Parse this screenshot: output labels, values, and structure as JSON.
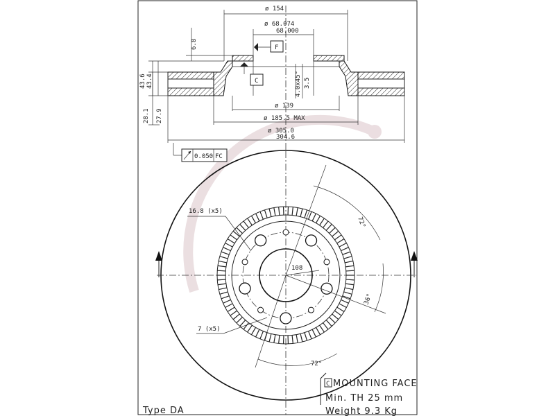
{
  "section": {
    "dim_hat_diameter": "ø 154",
    "dim_bore_max": "ø 68.074",
    "dim_bore_min": "68.000",
    "dim_hat_depth": "6.8",
    "dim_height_max": "43.6",
    "dim_height_min": "43.4",
    "dim_chamfer": "4.0x45°",
    "dim_step": "3.5",
    "dim_inner_139": "ø 139",
    "dim_ring_max": "ø 185.5 MAX",
    "dim_outer_max": "ø 305.0",
    "dim_outer_min": "304.6",
    "dim_thickness_max": "28.1",
    "dim_thickness_min": "27.9",
    "datum_f": "F",
    "datum_c": "C",
    "runout_tolerance": "0.050",
    "runout_ref": "FC"
  },
  "plan": {
    "label_hole_large": "16.8 (x5)",
    "label_hole_small": "7 (x5)",
    "label_pcd": "108",
    "label_angle_top": "72°",
    "label_angle_right": "36°",
    "label_angle_bottom": "72°"
  },
  "notes": {
    "legend_key": "C",
    "legend_text": "MOUNTING FACE",
    "min_thickness": "Min. TH 25 mm",
    "weight": "Weight 9.3 Kg",
    "type": "Type DA"
  },
  "colors": {
    "line": "#222222",
    "watermark": "#c7a3aa"
  }
}
